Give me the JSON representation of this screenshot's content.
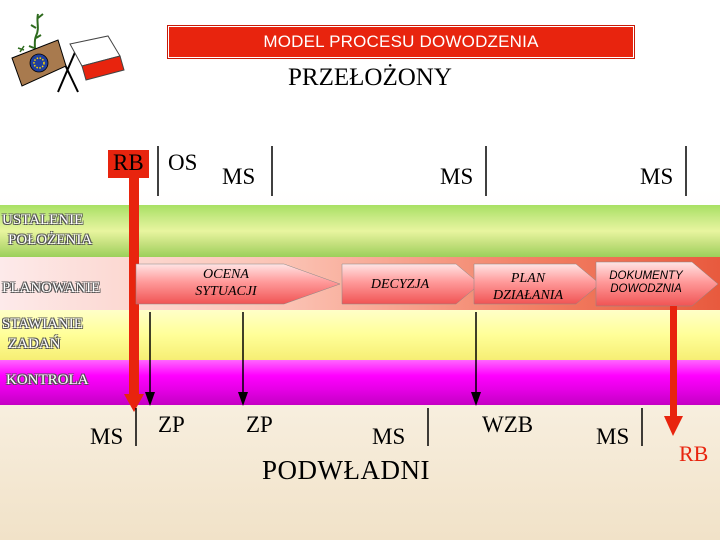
{
  "title": "MODEL PROCESU DOWODZENIA",
  "superior": "PRZEŁOŻONY",
  "subordinates": "PODWŁADNI",
  "top_labels": {
    "rb": "RB",
    "os": "OS",
    "ms1": "MS",
    "ms2": "MS",
    "ms3": "MS"
  },
  "bands": {
    "b1_line1": "USTALENIE",
    "b1_line2": "POŁOŻENIA",
    "b2": "PLANOWANIE",
    "b3_line1": "STAWIANIE",
    "b3_line2": "ZADAŃ",
    "b4": "KONTROLA"
  },
  "arrows": {
    "a1_line1": "OCENA",
    "a1_line2": "SYTUACJI",
    "a2": "DECYZJA",
    "a3_line1": "PLAN",
    "a3_line2": "DZIAŁANIA",
    "a4_line1": "DOKUMENTY",
    "a4_line2": "DOWODZNIA"
  },
  "bottom_labels": {
    "ms1": "MS",
    "zp1": "ZP",
    "zp2": "ZP",
    "ms2": "MS",
    "wzb": "WZB",
    "ms3": "MS",
    "rb": "RB"
  },
  "colors": {
    "accent_red": "#e8240e",
    "band_green": "#b8e070",
    "band_magenta": "#ff00ff",
    "band_yellow": "#ffff98"
  }
}
